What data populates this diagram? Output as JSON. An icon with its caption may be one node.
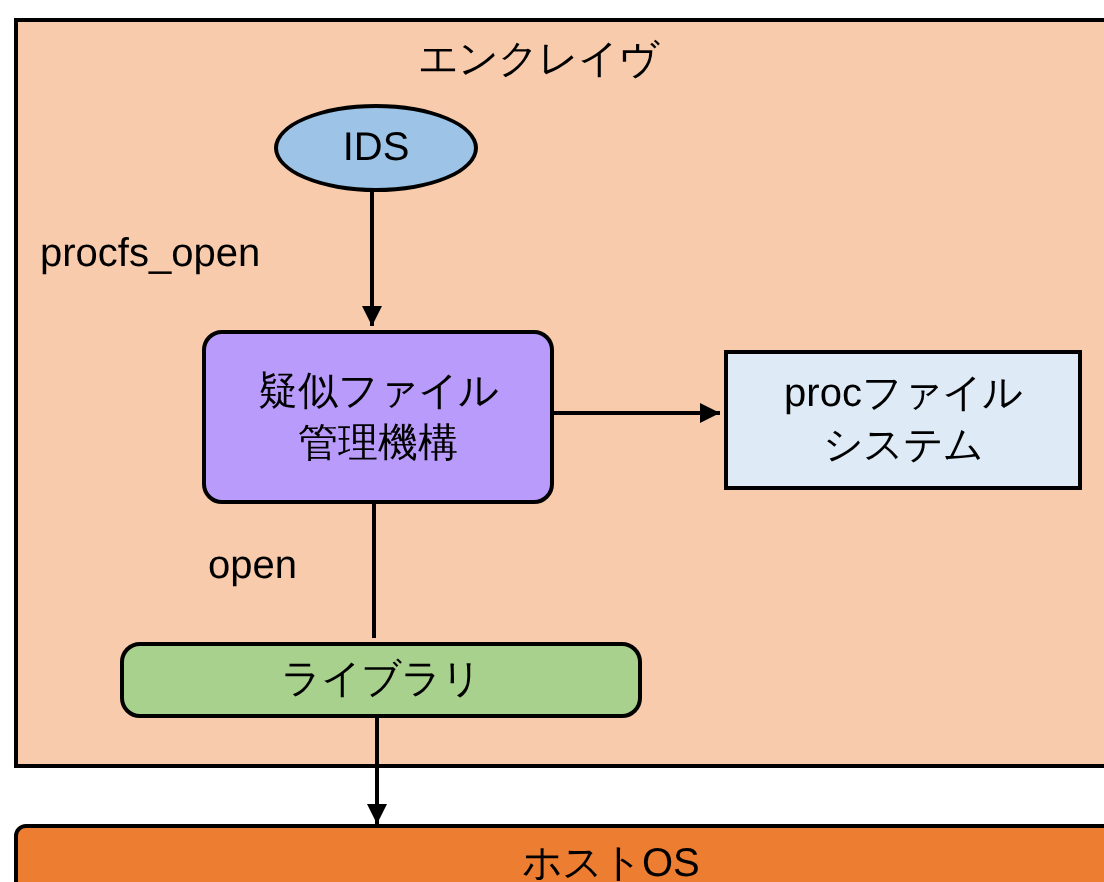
{
  "diagram": {
    "nodes": [
      {
        "text": [
          "エンクレイヴ"
        ]
      },
      {
        "text": [
          "IDS"
        ],
        "in": 0
      },
      {
        "text": [
          "疑似ファイル管理機構"
        ],
        "in": 0
      },
      {
        "text": [
          "procファイルシステム"
        ],
        "in": 0
      },
      {
        "text": [
          "ライブラリ"
        ],
        "in": 0
      },
      {
        "text": [
          "ホストOS"
        ]
      }
    ],
    "edges": [
      {
        "from": 1,
        "to": 2,
        "arrow": "to",
        "label": "procfs_open"
      },
      {
        "from": 2,
        "to": 3,
        "arrow": "to"
      },
      {
        "from": 2,
        "to": 4,
        "arrow": "none",
        "label": "open"
      },
      {
        "from": 4,
        "to": 5,
        "arrow": "to"
      }
    ]
  }
}
